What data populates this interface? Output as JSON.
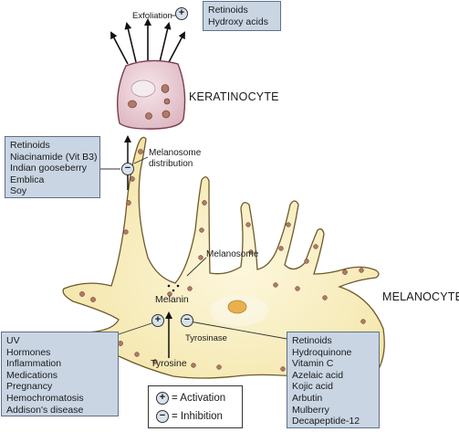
{
  "exfoliation": {
    "label": "Exfoliation",
    "activators": [
      "Retinoids",
      "Hydroxy acids"
    ]
  },
  "keratinocyte": {
    "label": "KERATINOCYTE"
  },
  "melanosome_distribution": {
    "label_lines": [
      "Melanosome",
      "distribution"
    ],
    "inhibitors": [
      "Retinoids",
      "Niacinamide (Vit B3)",
      "Indian gooseberry",
      "Emblica",
      "Soy"
    ]
  },
  "melanocyte": {
    "label": "MELANOCYTE"
  },
  "labels": {
    "melanosome": "Melanosome",
    "melanin": "Melanin",
    "tyrosinase": "Tyrosinase",
    "tyrosine": "Tyrosine"
  },
  "melanin_activators": [
    "UV",
    "Hormones",
    "Inflammation",
    "Medications",
    "Pregnancy",
    "Hemochromatosis",
    "Addison's disease"
  ],
  "tyrosinase_inhibitors": [
    "Retinoids",
    "Hydroquinone",
    "Vitamin C",
    "Azelaic acid",
    "Kojic acid",
    "Arbutin",
    "Mulberry",
    "Decapeptide-12"
  ],
  "legend": {
    "activation": "= Activation",
    "inhibition": "= Inhibition"
  },
  "symbols": {
    "plus": "+",
    "minus": "−"
  },
  "colors": {
    "box_fill": "#c9d5e3",
    "melanocyte_fill": "#f8eebe",
    "keratinocyte_fill": "#e9cfd6",
    "melanosome_fill": "#b07a68"
  }
}
